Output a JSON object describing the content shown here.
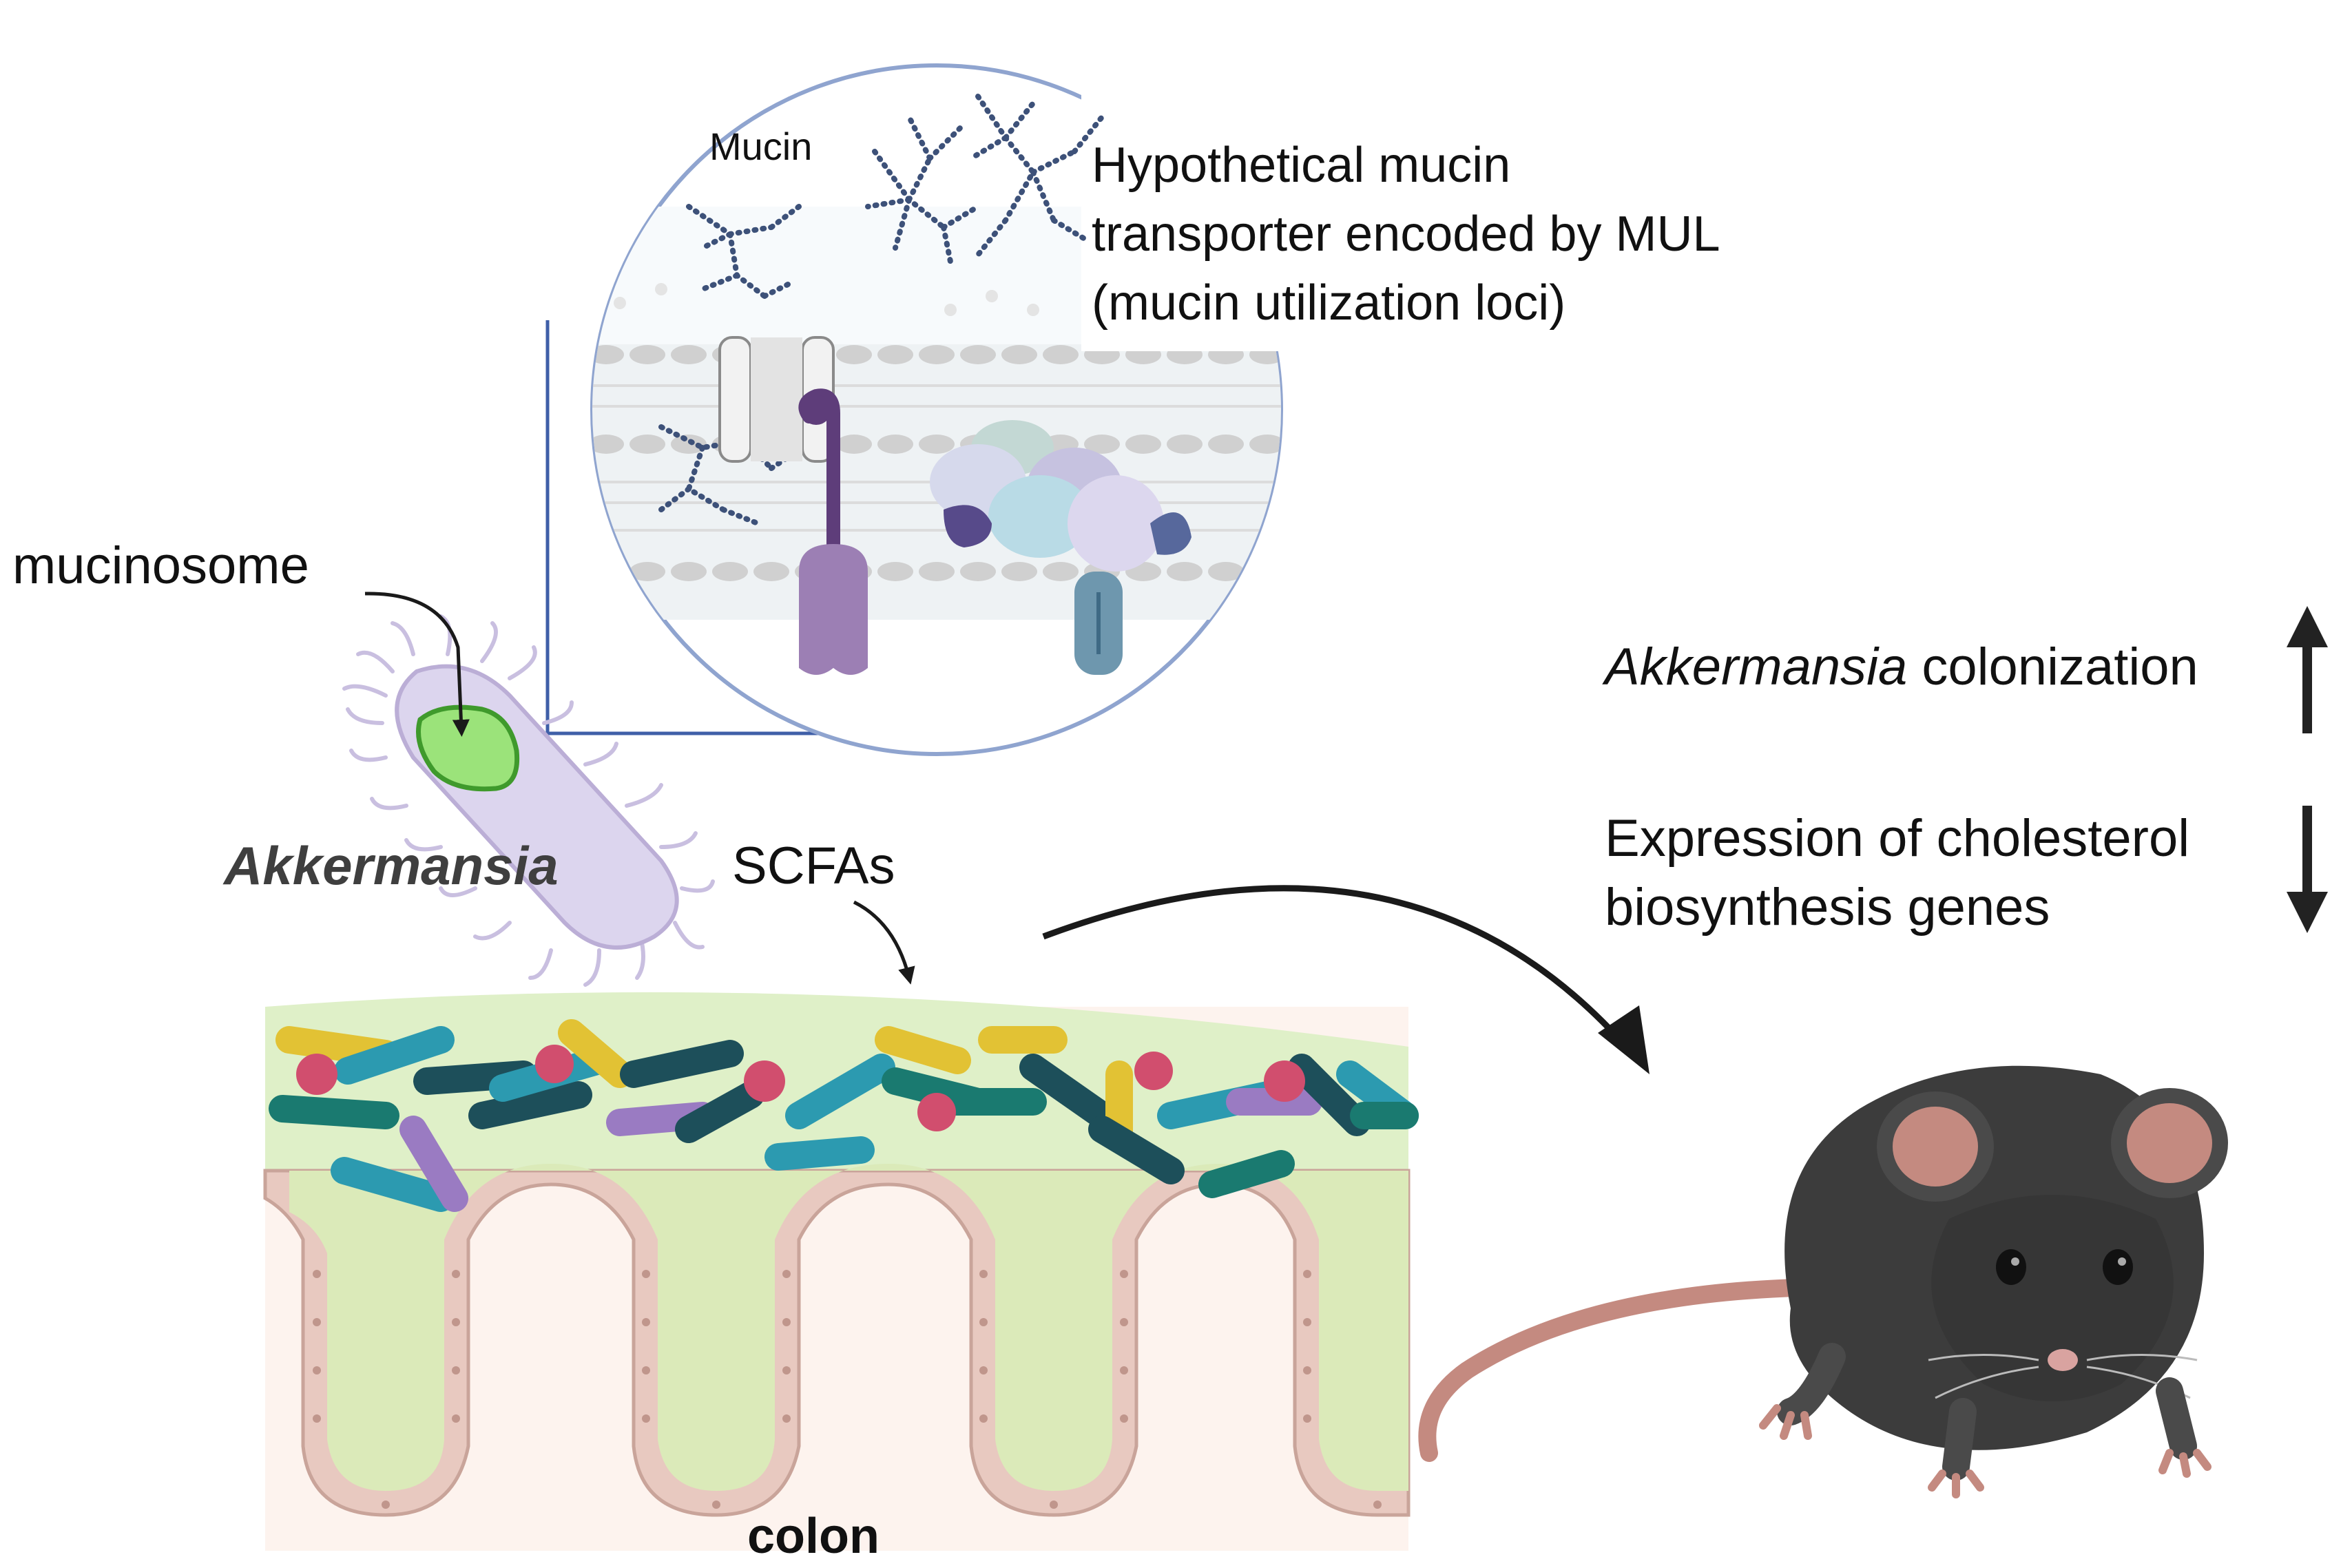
{
  "labels": {
    "mucin": "Mucin",
    "transporter_line1": "Hypothetical mucin",
    "transporter_line2": "transporter encoded by MUL",
    "transporter_line3": "(mucin utilization loci)",
    "mucinosome": "mucinosome",
    "akkermansia": "Akkermansia",
    "scfas": "SCFAs",
    "colon": "colon",
    "colonization_italic": "Akkermansia",
    "colonization_rest": " colonization",
    "expression_line1": "Expression of cholesterol",
    "expression_line2": "biosynthesis genes"
  },
  "indicators": {
    "colonization": "up-arrow",
    "expression": "down-arrow"
  },
  "colors": {
    "bacterium_body": "#d9d2ee",
    "mucinosome": "#9be37a",
    "mucus_layer": "#dff0c8",
    "epithelium": "#e8c9c0",
    "mouse_fur": "#3a3a3a",
    "mouse_skin": "#c48a80",
    "membrane": "#d4d4d4",
    "mucin_dots": "#3d5179"
  }
}
